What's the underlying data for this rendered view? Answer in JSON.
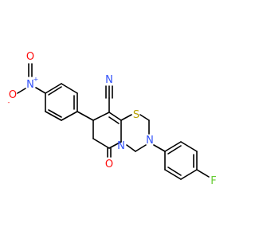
{
  "molecule": {
    "atoms": {
      "n_cn": "N",
      "s_ring": "S",
      "n_ring1": "N",
      "n_ring2": "N",
      "o_keto": "O",
      "f": "F",
      "n_nitro": "N",
      "o_nitro_top": "O",
      "o_nitro_left": "O"
    },
    "charges": {
      "n_nitro": "+",
      "o_nitro_left": "-"
    },
    "colors": {
      "bond": "#000000",
      "nitrogen": "#3050F8",
      "oxygen": "#FF0D0D",
      "sulfur": "#B8A000",
      "fluorine": "#66CC33"
    }
  }
}
